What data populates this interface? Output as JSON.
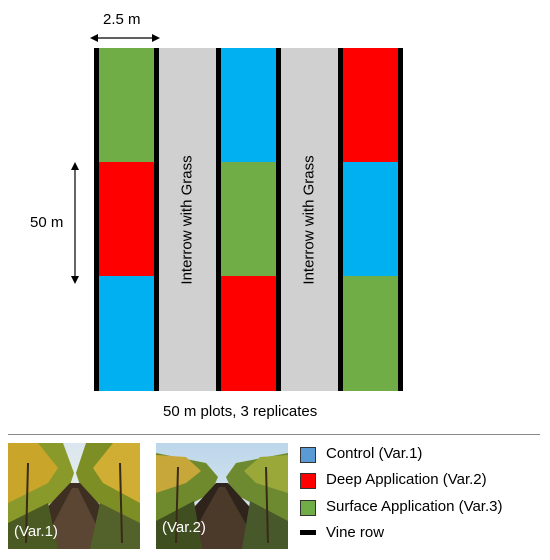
{
  "dimensions": {
    "width_label": "2.5 m",
    "length_label": "50 m"
  },
  "interrow": {
    "left_label": "Interrow with Grass",
    "right_label": "Interrow with Grass"
  },
  "columns": [
    {
      "plots": [
        "Surface Application (Var.3)",
        "Deep Application (Var.2)",
        "Control (Var.1)"
      ]
    },
    {
      "plots": [
        "Control (Var.1)",
        "Surface Application (Var.3)",
        "Deep Application (Var.2)"
      ]
    },
    {
      "plots": [
        "Deep Application (Var.2)",
        "Control (Var.1)",
        "Surface Application (Var.3)"
      ]
    }
  ],
  "caption": "50 m plots, 3 replicates",
  "legend": {
    "items": [
      {
        "label": "Control (Var.1)",
        "color": "#5b9bd5"
      },
      {
        "label": "Deep Application (Var.2)",
        "color": "#ff0000"
      },
      {
        "label": "Surface Application (Var.3)",
        "color": "#70ad47"
      },
      {
        "label": "Vine row",
        "color": "#000000"
      }
    ]
  },
  "photos": [
    {
      "label": "(Var.1)"
    },
    {
      "label": "(Var.2)"
    }
  ],
  "colors": {
    "control": "#00b0f0",
    "deep": "#ff0000",
    "surface": "#70ad47",
    "interrow": "#d0d0d0",
    "vine_row": "#000000"
  }
}
